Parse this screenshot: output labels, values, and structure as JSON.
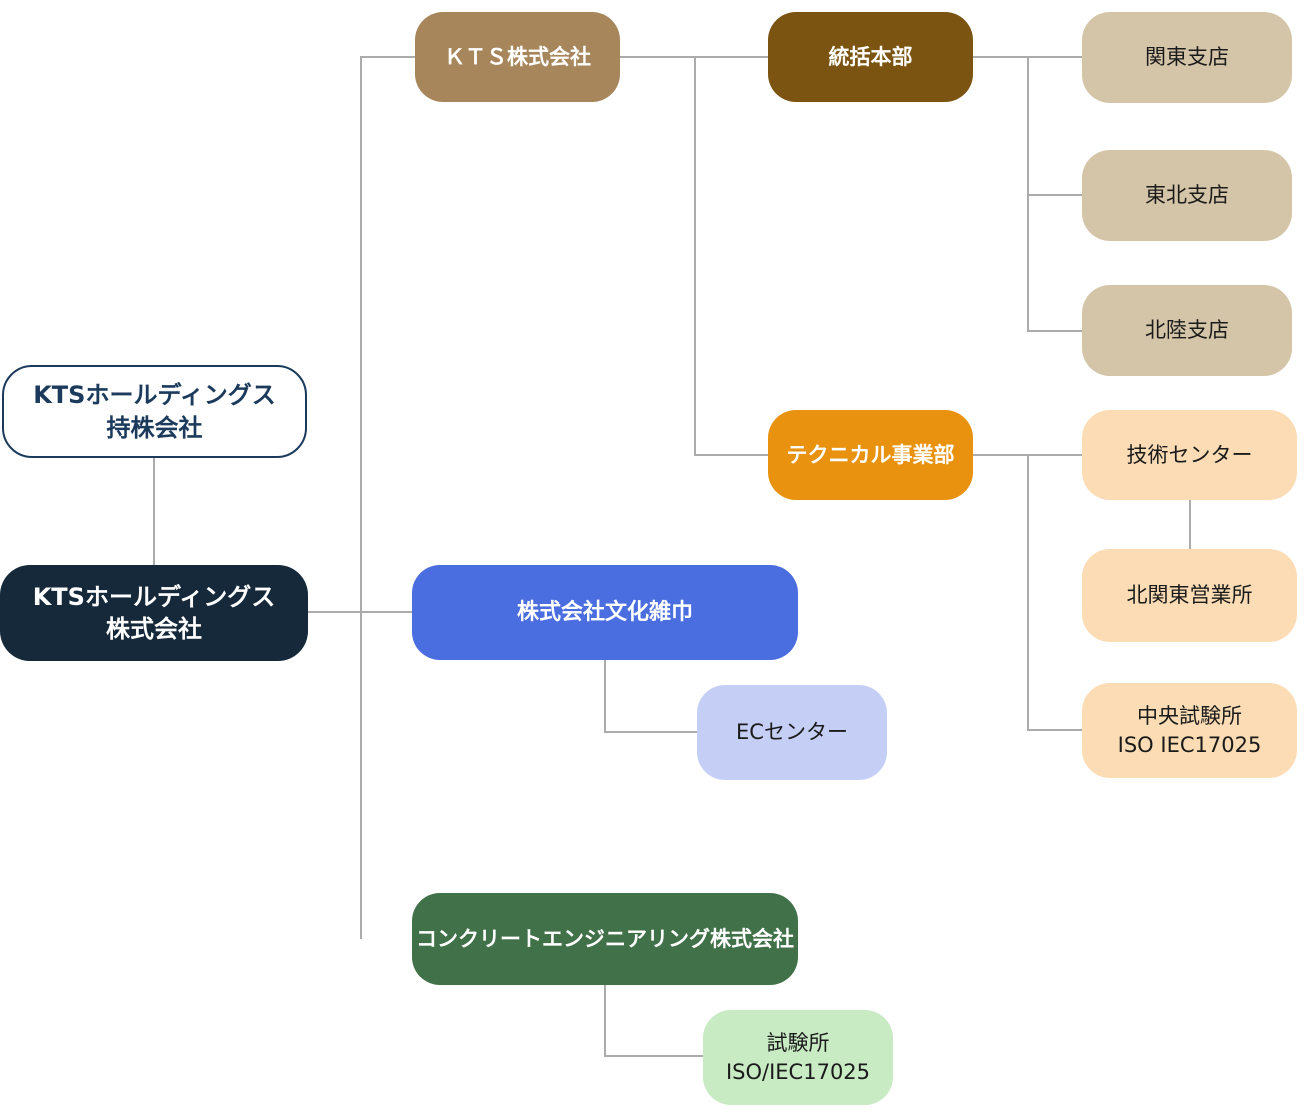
{
  "diagram": {
    "type": "org-chart",
    "connector_color": "#ABABAB",
    "background": "#FFFFFF",
    "nodes": {
      "holdings_parent": {
        "label": "KTSホールディングス\n持株会社",
        "bg": "#FFFFFF",
        "fg": "#1B3A5C",
        "border": "#1B3A5C"
      },
      "holdings_root": {
        "label": "KTSホールディングス\n株式会社",
        "bg": "#16293A",
        "fg": "#FFFFFF"
      },
      "kts_corp": {
        "label": "ＫＴＳ株式会社",
        "bg": "#A8865B",
        "fg": "#FFFFFF"
      },
      "toukatsu_honbu": {
        "label": "統括本部",
        "bg": "#7A5410",
        "fg": "#FFFFFF"
      },
      "kanto_shiten": {
        "label": "関東支店",
        "bg": "#D5C5A8",
        "fg": "#1A1A1A"
      },
      "tohoku_shiten": {
        "label": "東北支店",
        "bg": "#D5C5A8",
        "fg": "#1A1A1A"
      },
      "hokuriku_shiten": {
        "label": "北陸支店",
        "bg": "#D5C5A8",
        "fg": "#1A1A1A"
      },
      "technical_div": {
        "label": "テクニカル事業部",
        "bg": "#E8920F",
        "fg": "#FFFFFF"
      },
      "gijutsu_center": {
        "label": "技術センター",
        "bg": "#FBDCB4",
        "fg": "#1A1A1A"
      },
      "kitakanto_office": {
        "label": "北関東営業所",
        "bg": "#FBDCB4",
        "fg": "#1A1A1A"
      },
      "chuo_shikenjo": {
        "label": "中央試験所\nISO IEC17025",
        "bg": "#FBDCB4",
        "fg": "#1A1A1A"
      },
      "bunka_zokin": {
        "label": "株式会社文化雑巾",
        "bg": "#4A6DE0",
        "fg": "#FFFFFF"
      },
      "ec_center": {
        "label": "ECセンター",
        "bg": "#C5CFF5",
        "fg": "#1A1A1A"
      },
      "concrete_eng": {
        "label": "コンクリートエンジニアリング株式会社",
        "bg": "#417149",
        "fg": "#FFFFFF"
      },
      "shikenjo": {
        "label": "試験所\nISO/IEC17025",
        "bg": "#C8EBC4",
        "fg": "#1A1A1A"
      }
    },
    "edges": [
      {
        "from": "holdings_parent",
        "to": "holdings_root"
      },
      {
        "from": "holdings_root",
        "to": "kts_corp"
      },
      {
        "from": "holdings_root",
        "to": "bunka_zokin"
      },
      {
        "from": "holdings_root",
        "to": "concrete_eng"
      },
      {
        "from": "kts_corp",
        "to": "toukatsu_honbu"
      },
      {
        "from": "kts_corp",
        "to": "technical_div"
      },
      {
        "from": "toukatsu_honbu",
        "to": "kanto_shiten"
      },
      {
        "from": "toukatsu_honbu",
        "to": "tohoku_shiten"
      },
      {
        "from": "toukatsu_honbu",
        "to": "hokuriku_shiten"
      },
      {
        "from": "technical_div",
        "to": "gijutsu_center"
      },
      {
        "from": "technical_div",
        "to": "chuo_shikenjo"
      },
      {
        "from": "gijutsu_center",
        "to": "kitakanto_office"
      },
      {
        "from": "bunka_zokin",
        "to": "ec_center"
      },
      {
        "from": "concrete_eng",
        "to": "shikenjo"
      }
    ]
  }
}
